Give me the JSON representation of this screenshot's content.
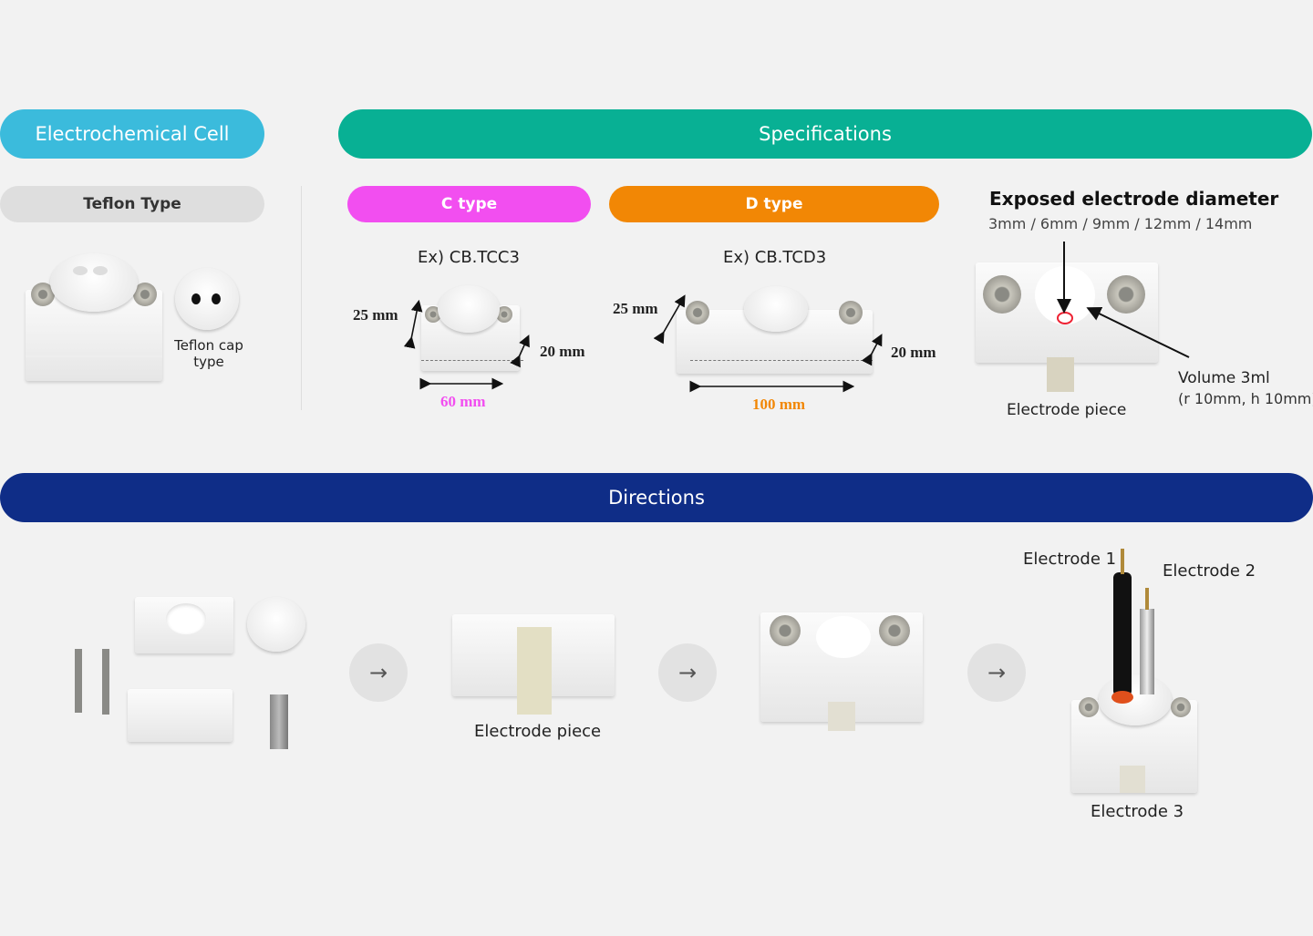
{
  "headers": {
    "cell": "Electrochemical Cell",
    "specs": "Specifications",
    "directions": "Directions"
  },
  "left": {
    "type_label": "Teflon Type",
    "cap_label_1": "Teflon cap",
    "cap_label_2": "type"
  },
  "c_type": {
    "label": "C type",
    "example": "Ex) CB.TCC3",
    "height": "25 mm",
    "depth": "20 mm",
    "width": "60 mm"
  },
  "d_type": {
    "label": "D type",
    "example": "Ex) CB.TCD3",
    "height": "25 mm",
    "depth": "20 mm",
    "width": "100 mm"
  },
  "exposed": {
    "title": "Exposed electrode diameter",
    "sizes": "3mm / 6mm / 9mm / 12mm / 14mm",
    "volume": "Volume 3ml",
    "volume_detail": "(r 10mm, h 10mm)",
    "electrode_piece": "Electrode piece"
  },
  "directions": {
    "step2_label": "Electrode piece",
    "electrode1": "Electrode 1",
    "electrode2": "Electrode 2",
    "electrode3": "Electrode 3",
    "arrow": "→"
  },
  "colors": {
    "cell": "#3bbbdc",
    "specs": "#08b094",
    "c_type": "#f24ef0",
    "d_type": "#f28705",
    "directions": "#0f2d87"
  }
}
